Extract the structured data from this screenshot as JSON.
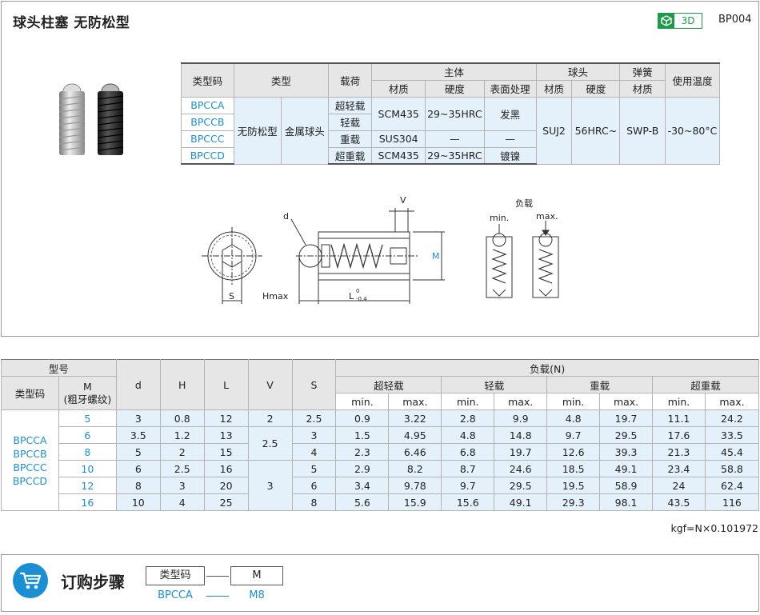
{
  "header": {
    "title": "球头柱塞  无防松型",
    "badge_3d": "3D",
    "code": "BP004",
    "icon": "cube-icon"
  },
  "spec": {
    "h_type_code": "类型码",
    "h_type": "类型",
    "h_load": "载荷",
    "h_body": "主体",
    "h_ball": "球头",
    "h_spring": "弹簧",
    "h_temp": "使用温度",
    "h_material": "材质",
    "h_hardness": "硬度",
    "h_surface": "表面处理",
    "codes": [
      "BPCCA",
      "BPCCB",
      "BPCCC",
      "BPCCD"
    ],
    "type1": "无防松型",
    "type2": "金属球头",
    "loads": [
      "超轻载",
      "轻载",
      "重载",
      "超重载"
    ],
    "body_mat_1": "SCM435",
    "body_hard_1": "29~35HRC",
    "body_surf_1": "发黑",
    "body_mat_2": "SUS304",
    "body_hard_2": "—",
    "body_surf_2": "—",
    "body_mat_3": "SCM435",
    "body_hard_3": "29~35HRC",
    "body_surf_3": "镀镍",
    "ball_mat": "SUJ2",
    "ball_hard": "56HRC~",
    "spring_mat": "SWP-B",
    "temp": "-30~80°C"
  },
  "drawing": {
    "d": "d",
    "v": "V",
    "m": "M",
    "s": "S",
    "hmax": "Hmax",
    "l": "L",
    "tol_top": "0",
    "tol_bot": "-0.4",
    "load_title": "负载",
    "min": "min.",
    "max": "max."
  },
  "dims": {
    "h_model": "型号",
    "h_type_code": "类型码",
    "h_m": "M",
    "h_m2": "(粗牙螺纹)",
    "h_d": "d",
    "h_h": "H",
    "h_l": "L",
    "h_v": "V",
    "h_s": "S",
    "h_load": "负载(N)",
    "loads": [
      "超轻载",
      "轻载",
      "重载",
      "超重载"
    ],
    "min": "min.",
    "max": "max.",
    "codes": [
      "BPCCA",
      "BPCCB",
      "BPCCC",
      "BPCCD"
    ],
    "v_groups": [
      "2",
      "2.5",
      "3"
    ],
    "rows": [
      {
        "m": "5",
        "d": "3",
        "h": "0.8",
        "l": "12",
        "s": "2.5",
        "loads": [
          "0.9",
          "3.22",
          "2.8",
          "9.9",
          "4.8",
          "19.7",
          "11.1",
          "24.2"
        ]
      },
      {
        "m": "6",
        "d": "3.5",
        "h": "1.2",
        "l": "13",
        "s": "3",
        "loads": [
          "1.5",
          "4.95",
          "4.8",
          "14.8",
          "9.7",
          "29.5",
          "17.6",
          "33.5"
        ]
      },
      {
        "m": "8",
        "d": "5",
        "h": "2",
        "l": "15",
        "s": "4",
        "loads": [
          "2.3",
          "6.46",
          "6.8",
          "19.7",
          "12.6",
          "39.3",
          "21.3",
          "45.4"
        ]
      },
      {
        "m": "10",
        "d": "6",
        "h": "2.5",
        "l": "16",
        "s": "5",
        "loads": [
          "2.9",
          "8.2",
          "8.7",
          "24.6",
          "18.5",
          "49.1",
          "23.4",
          "58.8"
        ]
      },
      {
        "m": "12",
        "d": "8",
        "h": "3",
        "l": "20",
        "s": "6",
        "loads": [
          "3.4",
          "9.78",
          "9.7",
          "29.5",
          "19.5",
          "58.9",
          "24",
          "62.4"
        ]
      },
      {
        "m": "16",
        "d": "10",
        "h": "4",
        "l": "25",
        "s": "8",
        "loads": [
          "5.6",
          "15.9",
          "15.6",
          "49.1",
          "29.3",
          "98.1",
          "43.5",
          "116"
        ]
      }
    ],
    "kgf_note": "kgf=N×0.101972"
  },
  "order": {
    "title": "订购步骤",
    "icon": "cart-icon",
    "box1": "类型码",
    "box2": "M",
    "val1": "BPCCA",
    "val2": "M8"
  }
}
